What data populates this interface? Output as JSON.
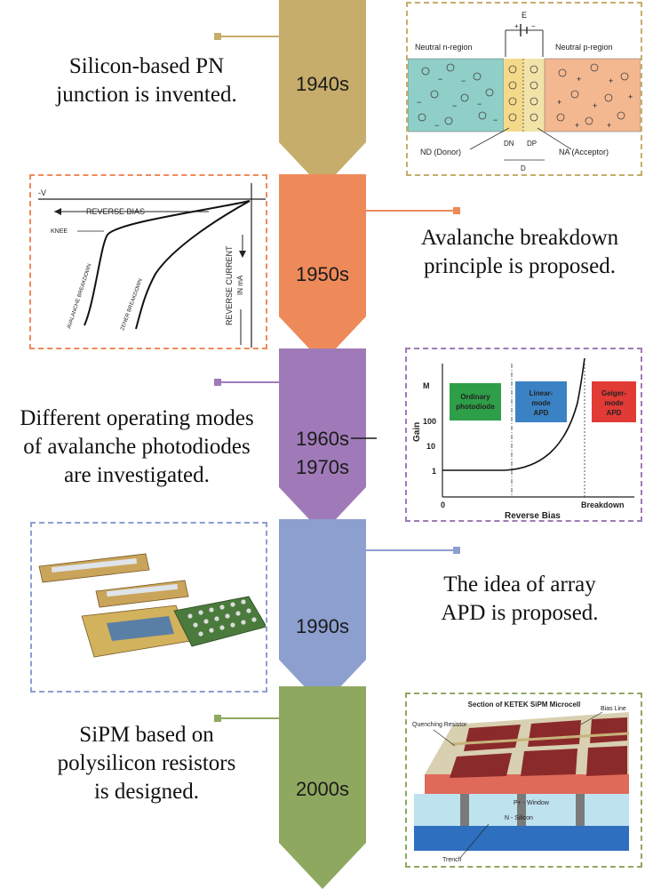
{
  "timeline": [
    {
      "era": "1940s",
      "color": "#c6ad6b",
      "text": "Silicon-based PN\njunction is invented."
    },
    {
      "era": "1950s",
      "color": "#ee8a5a",
      "text": "Avalanche breakdown\nprinciple is proposed."
    },
    {
      "era": "1960s",
      "era2": "1970s",
      "color": "#a07ab8",
      "text": "Different operating modes\nof avalanche photodiodes\nare investigated."
    },
    {
      "era": "1990s",
      "color": "#8c9fcf",
      "text": "The idea of array\nAPD is proposed."
    },
    {
      "era": "2000s",
      "color": "#8fa860",
      "text": "SiPM based on\npolysilicon resistors\nis designed."
    }
  ],
  "pn_junction": {
    "e_label": "E",
    "n_region": "Neutral n-region",
    "p_region": "Neutral p-region",
    "dn": "DN",
    "dp": "DP",
    "d": "D",
    "donor": "ND (Donor)",
    "acceptor": "NA (Acceptor)"
  },
  "breakdown": {
    "v_label": "-V",
    "reverse_bias": "REVERSE BIAS",
    "knee": "KNEE",
    "avalanche": "AVALANCHE BREAKDOWN",
    "zener": "ZENER BREAKDOWN",
    "current": "REVERSE CURRENT",
    "current_unit": "IN mA"
  },
  "gain_chart": {
    "m": "M",
    "y100": "100",
    "y10": "10",
    "y1": "1",
    "ylabel": "Gain",
    "x0": "0",
    "breakdown": "Breakdown",
    "xlabel": "Reverse Bias",
    "modes": [
      "Ordinary photodiode",
      "Linear-mode APD",
      "Geiger-mode APD"
    ]
  },
  "sipm": {
    "title": "Section of KETEK SiPM Microcell",
    "bias_line": "Bias Line",
    "quenching": "Quenching Resistor",
    "window": "P+ - Window",
    "silicon": "N - Silicon",
    "trench": "Trench"
  }
}
